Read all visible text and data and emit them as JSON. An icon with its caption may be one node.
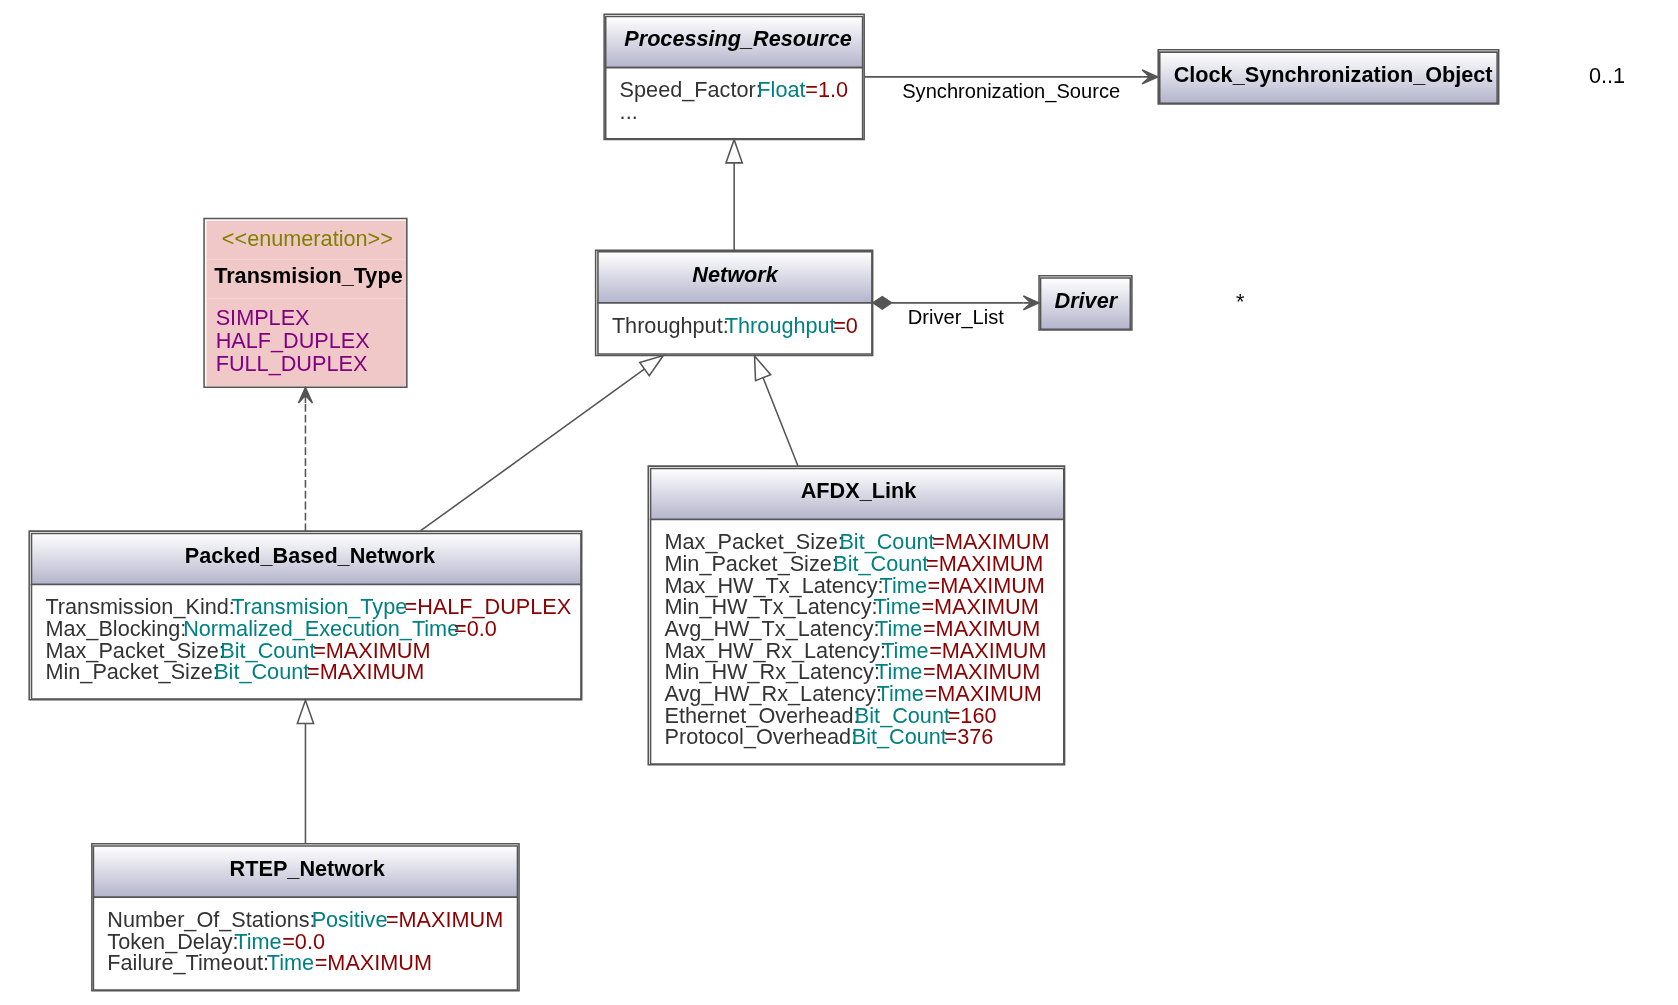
{
  "diagram": {
    "nodes": [
      {
        "text": [
          "Processing_Resource",
          "Speed_Factor:Float=1.0",
          "..."
        ]
      },
      {
        "text": [
          "Clock_Synchronization_Object"
        ]
      },
      {
        "text": [
          "<<enumeration>>",
          "Transmision_Type",
          "SIMPLEX",
          "HALF_DUPLEX",
          "FULL_DUPLEX"
        ]
      },
      {
        "text": [
          "Network",
          "Throughput:Throughput=0"
        ]
      },
      {
        "text": [
          "Driver"
        ]
      },
      {
        "text": [
          "Packed_Based_Network",
          "Transmission_Kind:Transmision_Type=HALF_DUPLEX",
          "Max_Blocking:Normalized_Execution_Time=0.0",
          "Max_Packet_Size:Bit_Count=MAXIMUM",
          "Min_Packet_Size:Bit_Count=MAXIMUM"
        ]
      },
      {
        "text": [
          "AFDX_Link",
          "Max_Packet_Size:Bit_Count=MAXIMUM",
          "Min_Packet_Size:Bit_Count=MAXIMUM",
          "Max_HW_Tx_Latency:Time=MAXIMUM",
          "Min_HW_Tx_Latency:Time=MAXIMUM",
          "Avg_HW_Tx_Latency:Time=MAXIMUM",
          "Max_HW_Rx_Latency:Time=MAXIMUM",
          "Min_HW_Rx_Latency:Time=MAXIMUM",
          "Avg_HW_Rx_Latency:Time=MAXIMUM",
          "Ethernet_Overhead:Bit_Count=160",
          "Protocol_Overhead:Bit_Count=376"
        ]
      },
      {
        "text": [
          "RTEP_Network",
          "Number_Of_Stations:Positive=MAXIMUM",
          "Token_Delay:Time=0.0",
          "Failure_Timeout:Time=MAXIMUM"
        ]
      }
    ],
    "edges": [
      {
        "from": 0,
        "to": 1,
        "arrow": "to",
        "label": "Synchronization_Source"
      },
      {
        "from": 3,
        "to": 0,
        "arrow": "to"
      },
      {
        "from": 3,
        "to": 4,
        "arrow": "to",
        "label": "Driver_List"
      },
      {
        "from": 5,
        "to": 3,
        "arrow": "to"
      },
      {
        "from": 6,
        "to": 3,
        "arrow": "to"
      },
      {
        "from": 5,
        "to": 2,
        "arrow": "to",
        "style": "dashed"
      },
      {
        "from": 7,
        "to": 5,
        "arrow": "to"
      }
    ],
    "labels": [
      "0..1",
      "*"
    ]
  }
}
